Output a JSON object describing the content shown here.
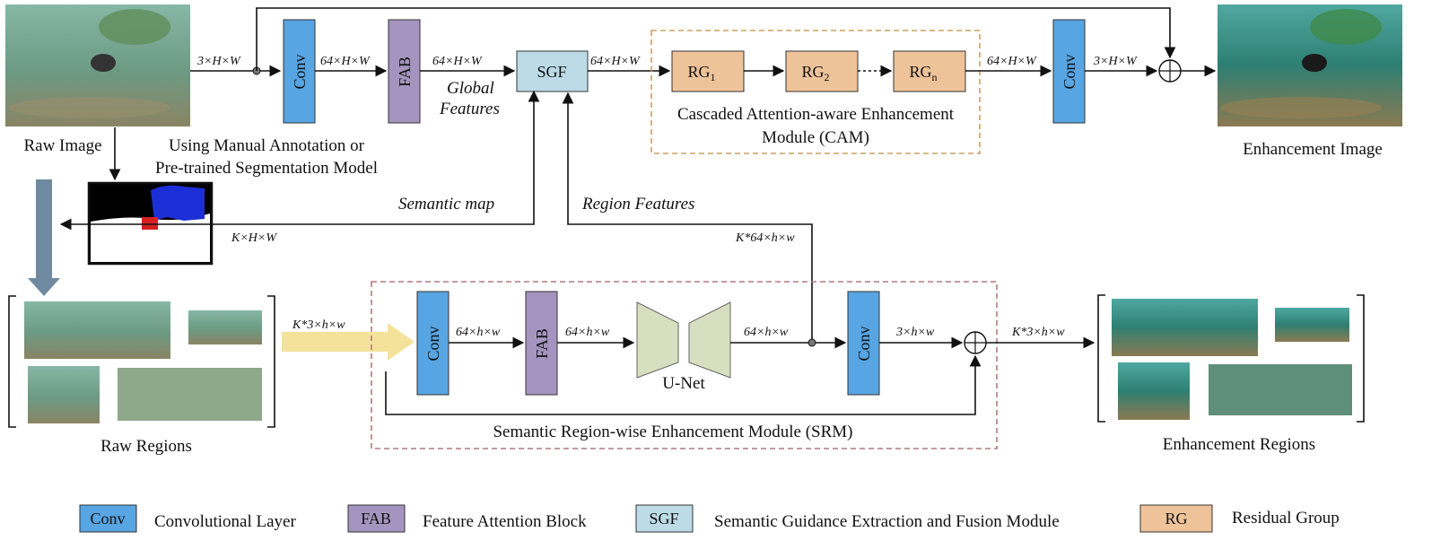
{
  "labels": {
    "raw_image": "Raw Image",
    "enhancement_image": "Enhancement Image",
    "raw_regions": "Raw Regions",
    "enhancement_regions": "Enhancement Regions",
    "manual_annotation_line1": "Using Manual Annotation or",
    "manual_annotation_line2": "Pre-trained Segmentation Model",
    "global_features_line1": "Global",
    "global_features_line2": "Features",
    "semantic_map": "Semantic map",
    "region_features": "Region Features",
    "cam_line1": "Cascaded Attention-aware Enhancement",
    "cam_line2": "Module (CAM)",
    "srm": "Semantic Region-wise Enhancement Module (SRM)",
    "unet": "U-Net"
  },
  "blocks": {
    "conv": "Conv",
    "fab": "FAB",
    "sgf": "SGF",
    "rg_base": "RG",
    "rg1_sub": "1",
    "rg2_sub": "2",
    "rgn_sub": "n"
  },
  "dims": {
    "d1": "3×H×W",
    "d2": "64×H×W",
    "d3": "64×H×W",
    "d4": "64×H×W",
    "d5": "64×H×W",
    "d6": "3×H×W",
    "khw": "K×H×W",
    "k64hw": "K*64×h×w",
    "k3hw_in": "K*3×h×w",
    "s1": "64×h×w",
    "s2": "64×h×w",
    "s3": "64×h×w",
    "s4": "3×h×w",
    "k3hw_out": "K*3×h×w"
  },
  "legend": [
    {
      "key": "Conv",
      "desc": "Convolutional Layer",
      "color": "#57a5e3"
    },
    {
      "key": "FAB",
      "desc": "Feature Attention Block",
      "color": "#a594bf"
    },
    {
      "key": "SGF",
      "desc": "Semantic Guidance Extraction and Fusion Module",
      "color": "#bcdbe6"
    },
    {
      "key": "RG",
      "desc": "Residual Group",
      "color": "#eec39a"
    }
  ],
  "colors": {
    "conv": "#57a5e3",
    "fab": "#a594bf",
    "sgf": "#bcdbe6",
    "rg": "#eec39a",
    "unet": "#d6dfbf",
    "cam_border": "#c8a064",
    "srm_border": "#b07a7a",
    "big_arrow": "#6f8aa0",
    "yellow_arrow": "#f5e29a"
  }
}
